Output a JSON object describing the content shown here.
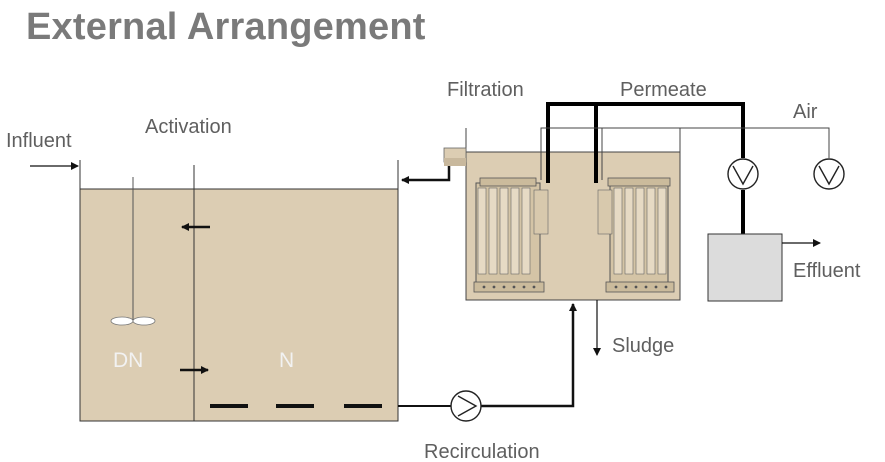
{
  "title": "External Arrangement",
  "labels": {
    "influent": "Influent",
    "activation": "Activation",
    "filtration": "Filtration",
    "permeate": "Permeate",
    "air": "Air",
    "effluent": "Effluent",
    "sludge": "Sludge",
    "recirculation": "Recirculation",
    "dn": "DN",
    "n": "N"
  },
  "colors": {
    "tank_fill": "#dccdb3",
    "tank_stroke": "#333333",
    "effluent_fill": "#dcdcdc",
    "label_gray": "#5f5f5f",
    "zone_label": "#f2f2f2",
    "title": "#7a7a7a"
  }
}
